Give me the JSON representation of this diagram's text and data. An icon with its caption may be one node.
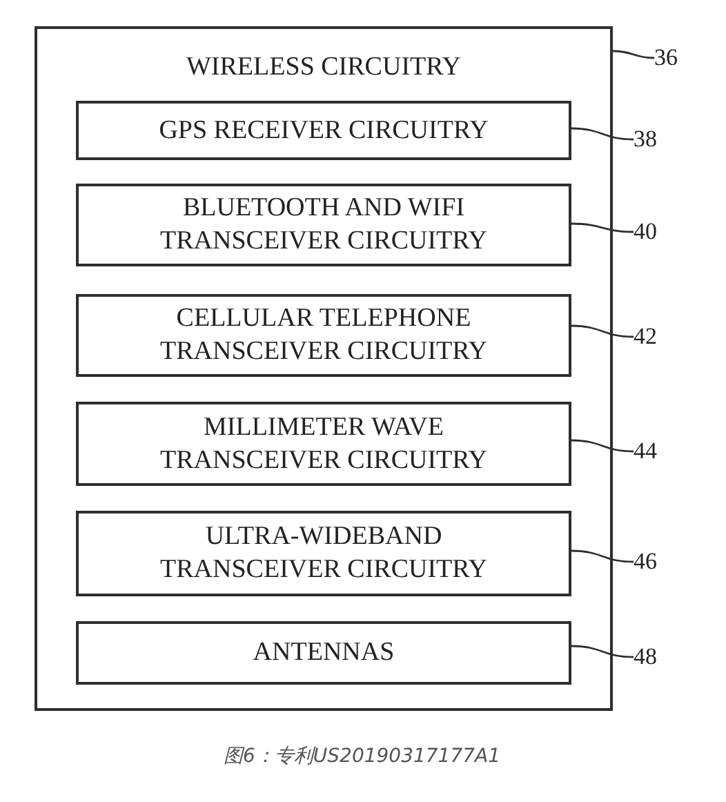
{
  "diagram": {
    "caption": "图6：专利US20190317177A1",
    "nodes": [
      {
        "text": [
          "WIRELESS CIRCUITRY"
        ]
      },
      {
        "text": [
          "GPS RECEIVER CIRCUITRY"
        ],
        "in": 0
      },
      {
        "text": [
          "BLUETOOTH AND WIFI TRANSCEIVER CIRCUITRY"
        ],
        "in": 0
      },
      {
        "text": [
          "CELLULAR TELEPHONE TRANSCEIVER CIRCUITRY"
        ],
        "in": 0
      },
      {
        "text": [
          "MILLIMETER WAVE TRANSCEIVER CIRCUITRY"
        ],
        "in": 0
      },
      {
        "text": [
          "ULTRA-WIDEBAND TRANSCEIVER CIRCUITRY"
        ],
        "in": 0
      },
      {
        "text": [
          "ANTENNAS"
        ],
        "in": 0
      },
      {
        "text": [
          "36"
        ]
      },
      {
        "text": [
          "38"
        ]
      },
      {
        "text": [
          "40"
        ]
      },
      {
        "text": [
          "42"
        ]
      },
      {
        "text": [
          "44"
        ]
      },
      {
        "text": [
          "46"
        ]
      },
      {
        "text": [
          "48"
        ]
      }
    ],
    "edges": [
      {
        "from": 7,
        "to": 0,
        "arrow": "none"
      },
      {
        "from": 8,
        "to": 1,
        "arrow": "none"
      },
      {
        "from": 9,
        "to": 2,
        "arrow": "none"
      },
      {
        "from": 10,
        "to": 3,
        "arrow": "none"
      },
      {
        "from": 11,
        "to": 4,
        "arrow": "none"
      },
      {
        "from": 12,
        "to": 5,
        "arrow": "none"
      },
      {
        "from": 13,
        "to": 6,
        "arrow": "none"
      }
    ]
  }
}
